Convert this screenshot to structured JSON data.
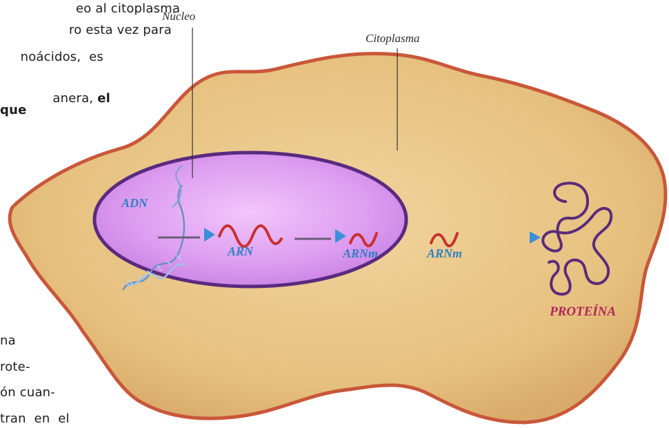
{
  "text_fragments_top": [
    {
      "text": "eo al citoplasma",
      "bold": false
    },
    {
      "text": "ro esta vez para",
      "bold": false
    },
    {
      "text": "noácidos,  es",
      "bold": false
    },
    {
      "text": "anera, ",
      "bold": false,
      "bold_tail": "el"
    },
    {
      "text": "que",
      "bold": true
    }
  ],
  "text_fragments_bottom": [
    {
      "text": "na"
    },
    {
      "text": "rote-"
    },
    {
      "text": "ón cuan-"
    },
    {
      "text": "tran  en  el"
    }
  ],
  "labels": {
    "nucleus": "Núcleo",
    "cytoplasm": "Citoplasma",
    "dna": "ADN",
    "rna": "ARN",
    "mrna_inside": "ARNm",
    "mrna_outside": "ARNm",
    "protein": "PROTEÍNA"
  },
  "colors": {
    "cell_fill": "#e9c585",
    "cell_border": "#c9573a",
    "nucleus_fill": "#dc9cf0",
    "nucleus_border": "#5a2a80",
    "rna_strand": "#c8302f",
    "arrow": "#3b8fd8",
    "protein_strand": "#5a2a7a",
    "label_blue": "#2f7fc4",
    "label_protein": "#b0245a"
  },
  "icons": [
    "dna-double-helix-icon",
    "rna-strand-icon",
    "mrna-strand-icon",
    "protein-chain-icon",
    "process-arrow-icon"
  ]
}
